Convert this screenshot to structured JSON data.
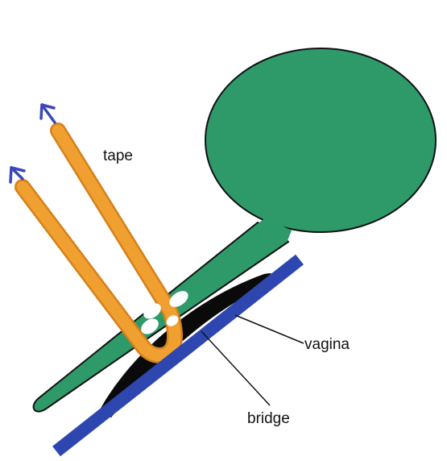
{
  "labels": {
    "tape": "tape",
    "vagina": "vagina",
    "bridge": "bridge"
  },
  "colors": {
    "bladder": "#2E9A6A",
    "outline": "#111111",
    "tape": "#F0A030",
    "tape_edge": "#D5801A",
    "mesh_bar": "#2E47B0",
    "arrow": "#3A47B8",
    "vaginal_wall": "#0A0A0A",
    "background": "#ffffff"
  }
}
